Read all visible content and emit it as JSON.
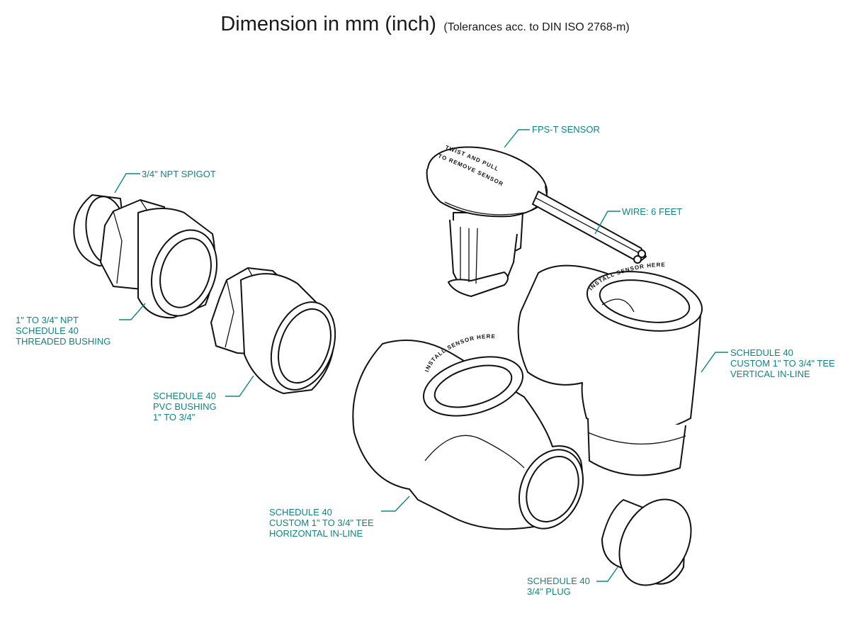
{
  "header": {
    "title": "Dimension in mm (inch)",
    "subtitle": "(Tolerances acc. to DIN ISO 2768-m)"
  },
  "engravings": {
    "sensor_cap_line1": "TWIST AND PULL",
    "sensor_cap_line2": "TO REMOVE SENSOR",
    "tee_ring": "INSTALL SENSOR HERE"
  },
  "callouts": {
    "spigot": [
      "3/4\" NPT SPIGOT"
    ],
    "threaded_bushing": [
      "1\" TO 3/4\" NPT",
      "SCHEDULE 40",
      "THREADED BUSHING"
    ],
    "pvc_bushing": [
      "SCHEDULE 40",
      "PVC BUSHING",
      "1\" TO 3/4\""
    ],
    "sensor": [
      "FPS-T SENSOR"
    ],
    "wire": [
      "WIRE:  6 FEET"
    ],
    "vertical_tee": [
      "SCHEDULE 40",
      "CUSTOM 1\" TO 3/4\" TEE",
      "VERTICAL IN-LINE"
    ],
    "horizontal_tee": [
      "SCHEDULE 40",
      "CUSTOM 1\" TO 3/4\" TEE",
      "HORIZONTAL IN-LINE"
    ],
    "plug": [
      "SCHEDULE 40",
      "3/4\" PLUG"
    ]
  },
  "colors": {
    "callout_text": "#0e8585",
    "line_art": "#111111",
    "background": "#ffffff"
  }
}
